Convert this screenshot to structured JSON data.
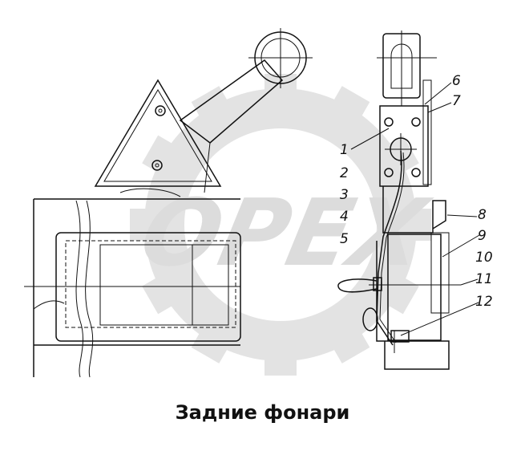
{
  "caption": "Задние фонари",
  "watermark": {
    "text": "ОРЕХ",
    "color": "#e3e3e3"
  },
  "callouts": [
    {
      "id": "1",
      "label": "1"
    },
    {
      "id": "2",
      "label": "2"
    },
    {
      "id": "3",
      "label": "3"
    },
    {
      "id": "4",
      "label": "4"
    },
    {
      "id": "5",
      "label": "5"
    },
    {
      "id": "6",
      "label": "6"
    },
    {
      "id": "7",
      "label": "7"
    },
    {
      "id": "8",
      "label": "8"
    },
    {
      "id": "9",
      "label": "9"
    },
    {
      "id": "10",
      "label": "10"
    },
    {
      "id": "11",
      "label": "11"
    },
    {
      "id": "12",
      "label": "12"
    }
  ]
}
